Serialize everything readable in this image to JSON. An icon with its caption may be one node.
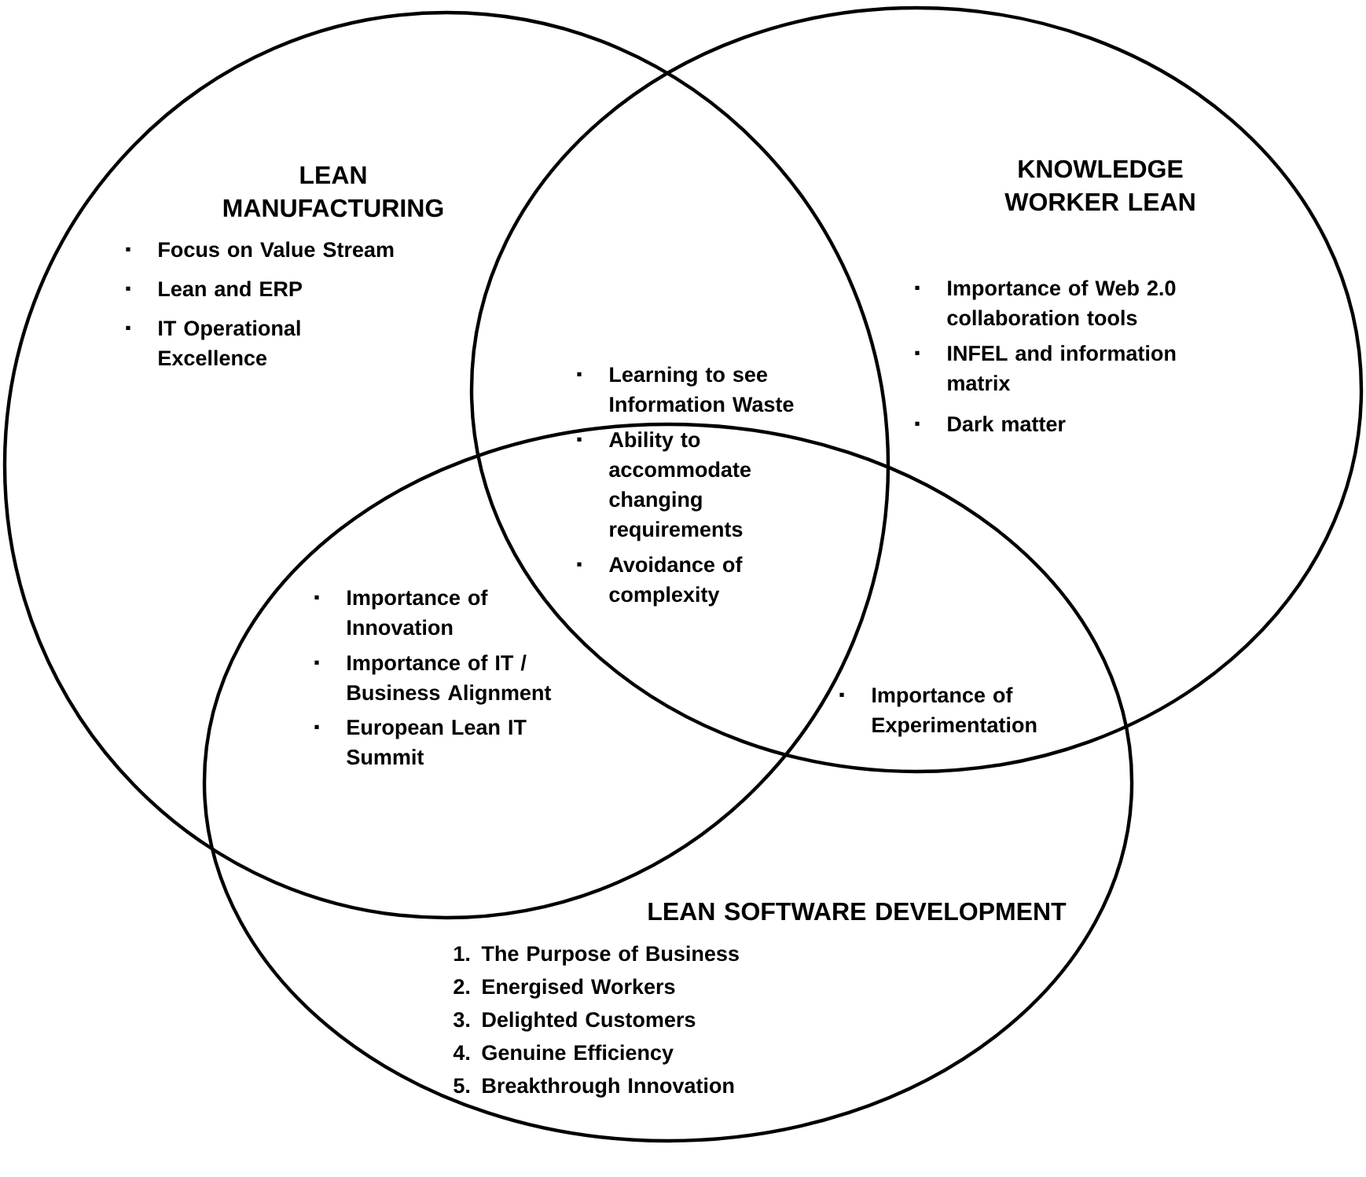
{
  "diagram": {
    "nodes": [
      {
        "text": [
          "LEAN MANUFACTURING",
          "Focus on Value Stream",
          "Lean and ERP",
          "IT Operational Excellence"
        ]
      },
      {
        "text": [
          "KNOWLEDGE WORKER LEAN",
          "Importance of Web 2.0 collaboration tools",
          "INFEL and information matrix",
          "Dark matter"
        ]
      },
      {
        "text": [
          "LEAN SOFTWARE DEVELOPMENT",
          "1. The Purpose of Business",
          "2. Energised Workers",
          "3. Delighted Customers",
          "4. Genuine Efficiency",
          "5. Breakthrough Innovation"
        ]
      }
    ],
    "labels": [
      "Learning to see Information Waste",
      "Ability to accommodate changing requirements",
      "Avoidance of complexity",
      "Importance of Innovation",
      "Importance of IT / Business Alignment",
      "European Lean IT Summit",
      "Importance of Experimentation"
    ]
  }
}
